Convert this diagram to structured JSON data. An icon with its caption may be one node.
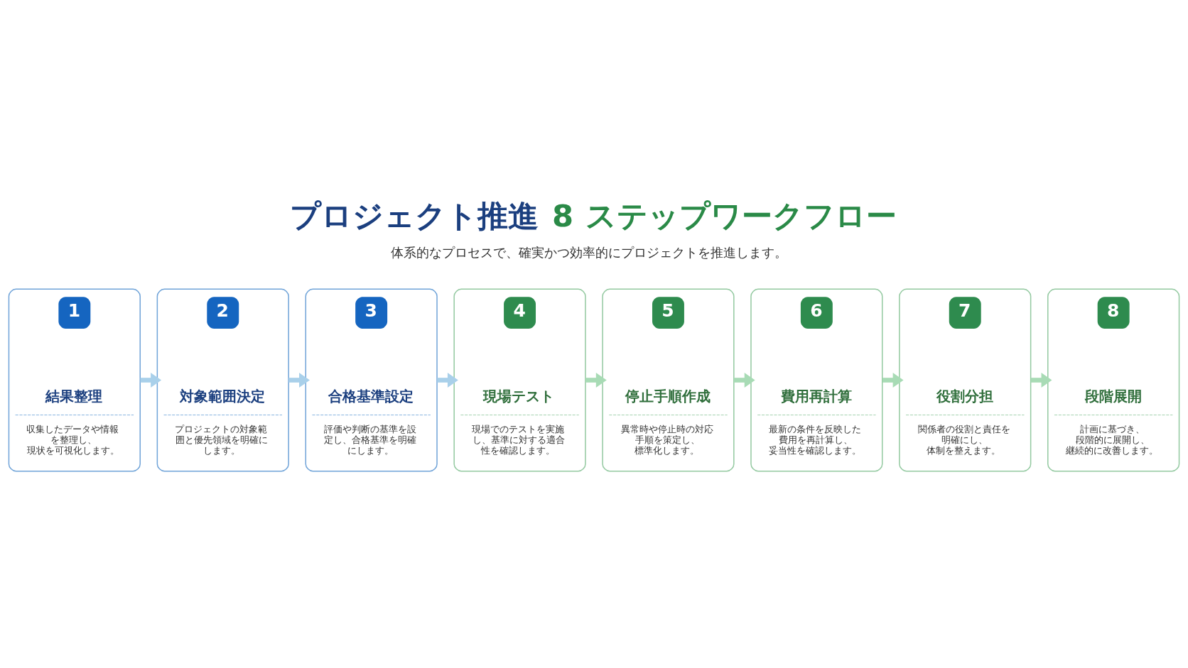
{
  "diagram": {
    "title": "プロジェクト推進 8 ステップワークフロー",
    "caption": "体系的なプロセスで、確実かつ効率的にプロジェクトを推進します。",
    "nodes": [
      {
        "text": [
          "1",
          "結果整理",
          "収集したデータや情報を整理し、現状を可視化します。"
        ]
      },
      {
        "text": [
          "2",
          "対象範囲決定",
          "プロジェクトの対象範囲と優先領域を明確にします。"
        ]
      },
      {
        "text": [
          "3",
          "合格基準設定",
          "評価や判断の基準を設定し、合格基準を明確にします。"
        ]
      },
      {
        "text": [
          "4",
          "現場テスト",
          "現場でのテストを実施し、基準に対する適合性を確認します。"
        ]
      },
      {
        "text": [
          "5",
          "停止手順作成",
          "異常時や停止時の対応手順を策定し、標準化します。"
        ]
      },
      {
        "text": [
          "6",
          "費用再計算",
          "最新の条件を反映した費用を再計算し、妥当性を確認します。"
        ]
      },
      {
        "text": [
          "7",
          "役割分担",
          "関係者の役割と責任を明確にし、体制を整えます。"
        ]
      },
      {
        "text": [
          "8",
          "段階展開",
          "計画に基づき、段階的に展開し、継続的に改善します。"
        ]
      }
    ],
    "edges": [
      {
        "from": 0,
        "to": 1,
        "arrow": "to",
        "color": "#a9d0ea"
      },
      {
        "from": 1,
        "to": 2,
        "arrow": "to",
        "color": "#a9d0ea"
      },
      {
        "from": 2,
        "to": 3,
        "arrow": "to",
        "color": "#a9d0ea"
      },
      {
        "from": 3,
        "to": 4,
        "arrow": "to"
      },
      {
        "from": 4,
        "to": 5,
        "arrow": "to"
      },
      {
        "from": 5,
        "to": 6,
        "arrow": "to"
      },
      {
        "from": 6,
        "to": 7,
        "arrow": "to"
      }
    ]
  }
}
